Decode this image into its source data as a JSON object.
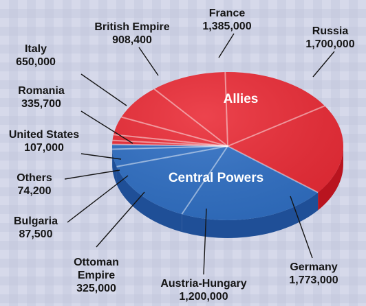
{
  "chart_data": {
    "type": "pie",
    "title": "",
    "unit": "",
    "groups": [
      {
        "name": "Allies",
        "color": "#ea2a35",
        "side_color": "#b9141f"
      },
      {
        "name": "Central Powers",
        "color": "#2f6fc4",
        "side_color": "#1f4f97"
      }
    ],
    "slices": [
      {
        "label": "Russia",
        "value": 1700000,
        "value_text": "1,700,000",
        "group": 0
      },
      {
        "label": "France",
        "value": 1385000,
        "value_text": "1,385,000",
        "group": 0
      },
      {
        "label": "British Empire",
        "value": 908400,
        "value_text": "908,400",
        "group": 0
      },
      {
        "label": "Italy",
        "value": 650000,
        "value_text": "650,000",
        "group": 0
      },
      {
        "label": "Romania",
        "value": 335700,
        "value_text": "335,700",
        "group": 0
      },
      {
        "label": "United States",
        "value": 107000,
        "value_text": "107,000",
        "group": 0
      },
      {
        "label": "Others",
        "value": 74200,
        "value_text": "74,200",
        "group": 0
      },
      {
        "label": "Bulgaria",
        "value": 87500,
        "value_text": "87,500",
        "group": 1
      },
      {
        "label": "Ottoman Empire",
        "value": 325000,
        "value_text": "325,000",
        "group": 1
      },
      {
        "label": "Austria-Hungary",
        "value": 1200000,
        "value_text": "1,200,000",
        "group": 1
      },
      {
        "label": "Germany",
        "value": 1773000,
        "value_text": "1,773,000",
        "group": 1
      }
    ]
  }
}
